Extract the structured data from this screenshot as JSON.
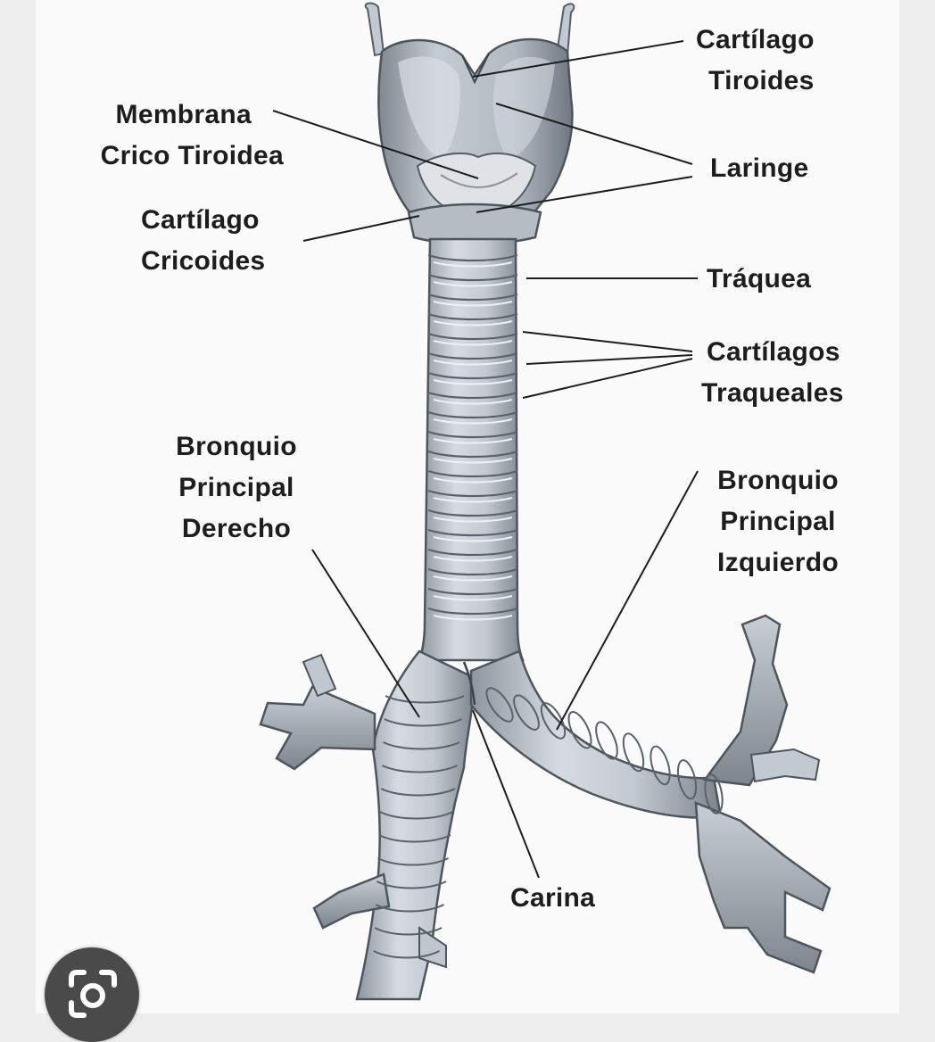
{
  "labels": {
    "cartilago_tiroides": [
      "Cartílago",
      "Tiroides"
    ],
    "membrana": [
      "Membrana",
      "Crico Tiroidea"
    ],
    "laringe": [
      "Laringe"
    ],
    "cartilago_cricoides": [
      "Cartílago",
      "Cricoides"
    ],
    "traquea": [
      "Tráquea"
    ],
    "cartilagos_traqueales": [
      "Cartílagos",
      "Traqueales"
    ],
    "bronquio_derecho": [
      "Bronquio",
      "Principal",
      "Derecho"
    ],
    "bronquio_izquierdo": [
      "Bronquio",
      "Principal",
      "Izquierdo"
    ],
    "carina": [
      "Carina"
    ]
  },
  "colors": {
    "tissue": "#b9c0c8",
    "tissue_dark": "#5c646c",
    "tissue_light": "#dde2e7",
    "text": "#1d1d1d"
  },
  "icons": {
    "lens_button": "google-lens-icon"
  }
}
